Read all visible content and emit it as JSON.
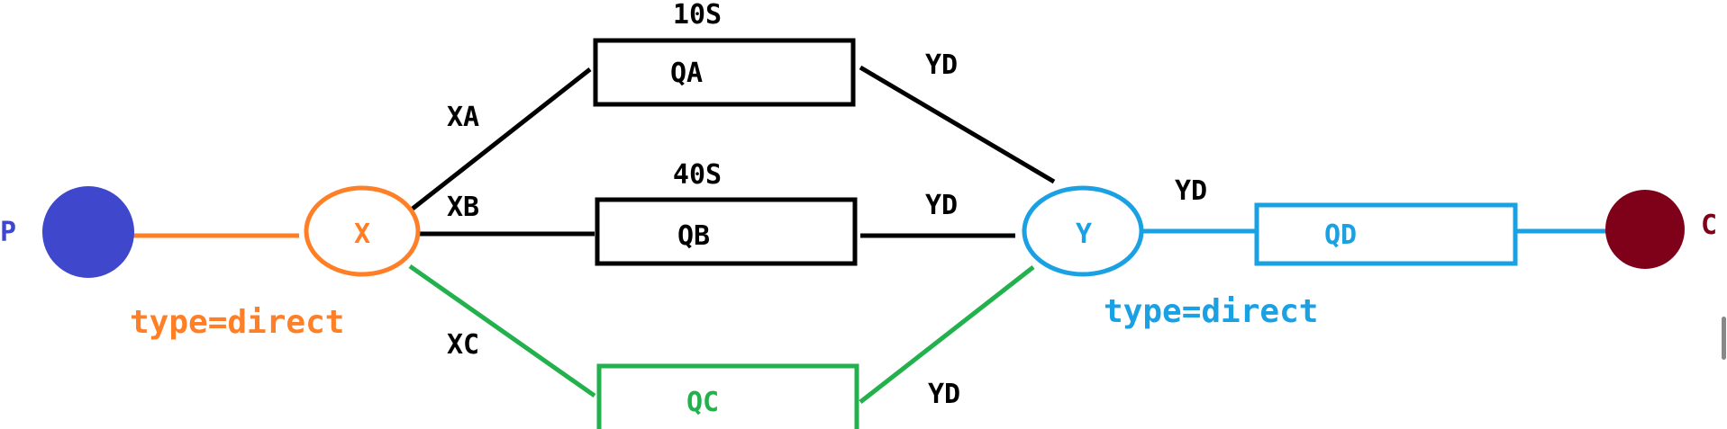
{
  "colors": {
    "producer": "#3f48cc",
    "consumer": "#7f0019",
    "exchange_x": "#ff7f27",
    "exchange_y": "#1aa1e3",
    "dead_letter": "#22b14c",
    "normal": "#000000"
  },
  "nodes": {
    "producer": {
      "label": "P"
    },
    "consumer": {
      "label": "C"
    },
    "exchange_x": {
      "label": "X",
      "type_label": "type=direct"
    },
    "exchange_y": {
      "label": "Y",
      "type_label": "type=direct"
    },
    "queues": {
      "qa": {
        "label": "QA",
        "ttl": "10S"
      },
      "qb": {
        "label": "QB",
        "ttl": "40S"
      },
      "qc": {
        "label": "QC"
      },
      "qd": {
        "label": "QD"
      }
    }
  },
  "edges": {
    "xa": "XA",
    "xb": "XB",
    "xc": "XC",
    "yd_qa": "YD",
    "yd_qb": "YD",
    "yd_qc": "YD",
    "yd_qd": "YD"
  }
}
